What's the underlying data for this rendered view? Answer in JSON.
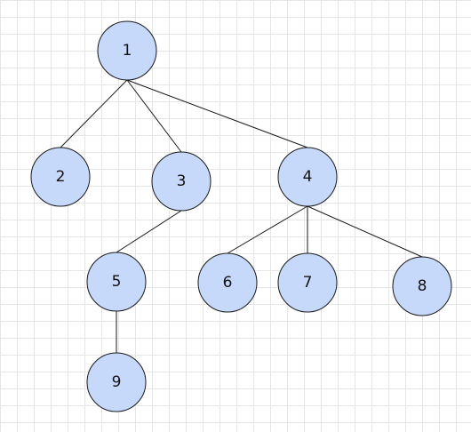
{
  "diagram": {
    "type": "tree",
    "colors": {
      "node_fill": "#c7d9fb",
      "stroke": "#1a1a1a",
      "grid": "#e6e6e6"
    },
    "nodes": [
      {
        "id": "1",
        "label": "1"
      },
      {
        "id": "2",
        "label": "2"
      },
      {
        "id": "3",
        "label": "3"
      },
      {
        "id": "4",
        "label": "4"
      },
      {
        "id": "5",
        "label": "5"
      },
      {
        "id": "6",
        "label": "6"
      },
      {
        "id": "7",
        "label": "7"
      },
      {
        "id": "8",
        "label": "8"
      },
      {
        "id": "9",
        "label": "9"
      }
    ],
    "edges": [
      {
        "from": "1",
        "to": "2"
      },
      {
        "from": "1",
        "to": "3"
      },
      {
        "from": "1",
        "to": "4"
      },
      {
        "from": "3",
        "to": "5"
      },
      {
        "from": "4",
        "to": "6"
      },
      {
        "from": "4",
        "to": "7"
      },
      {
        "from": "4",
        "to": "8"
      },
      {
        "from": "5",
        "to": "9"
      }
    ]
  }
}
